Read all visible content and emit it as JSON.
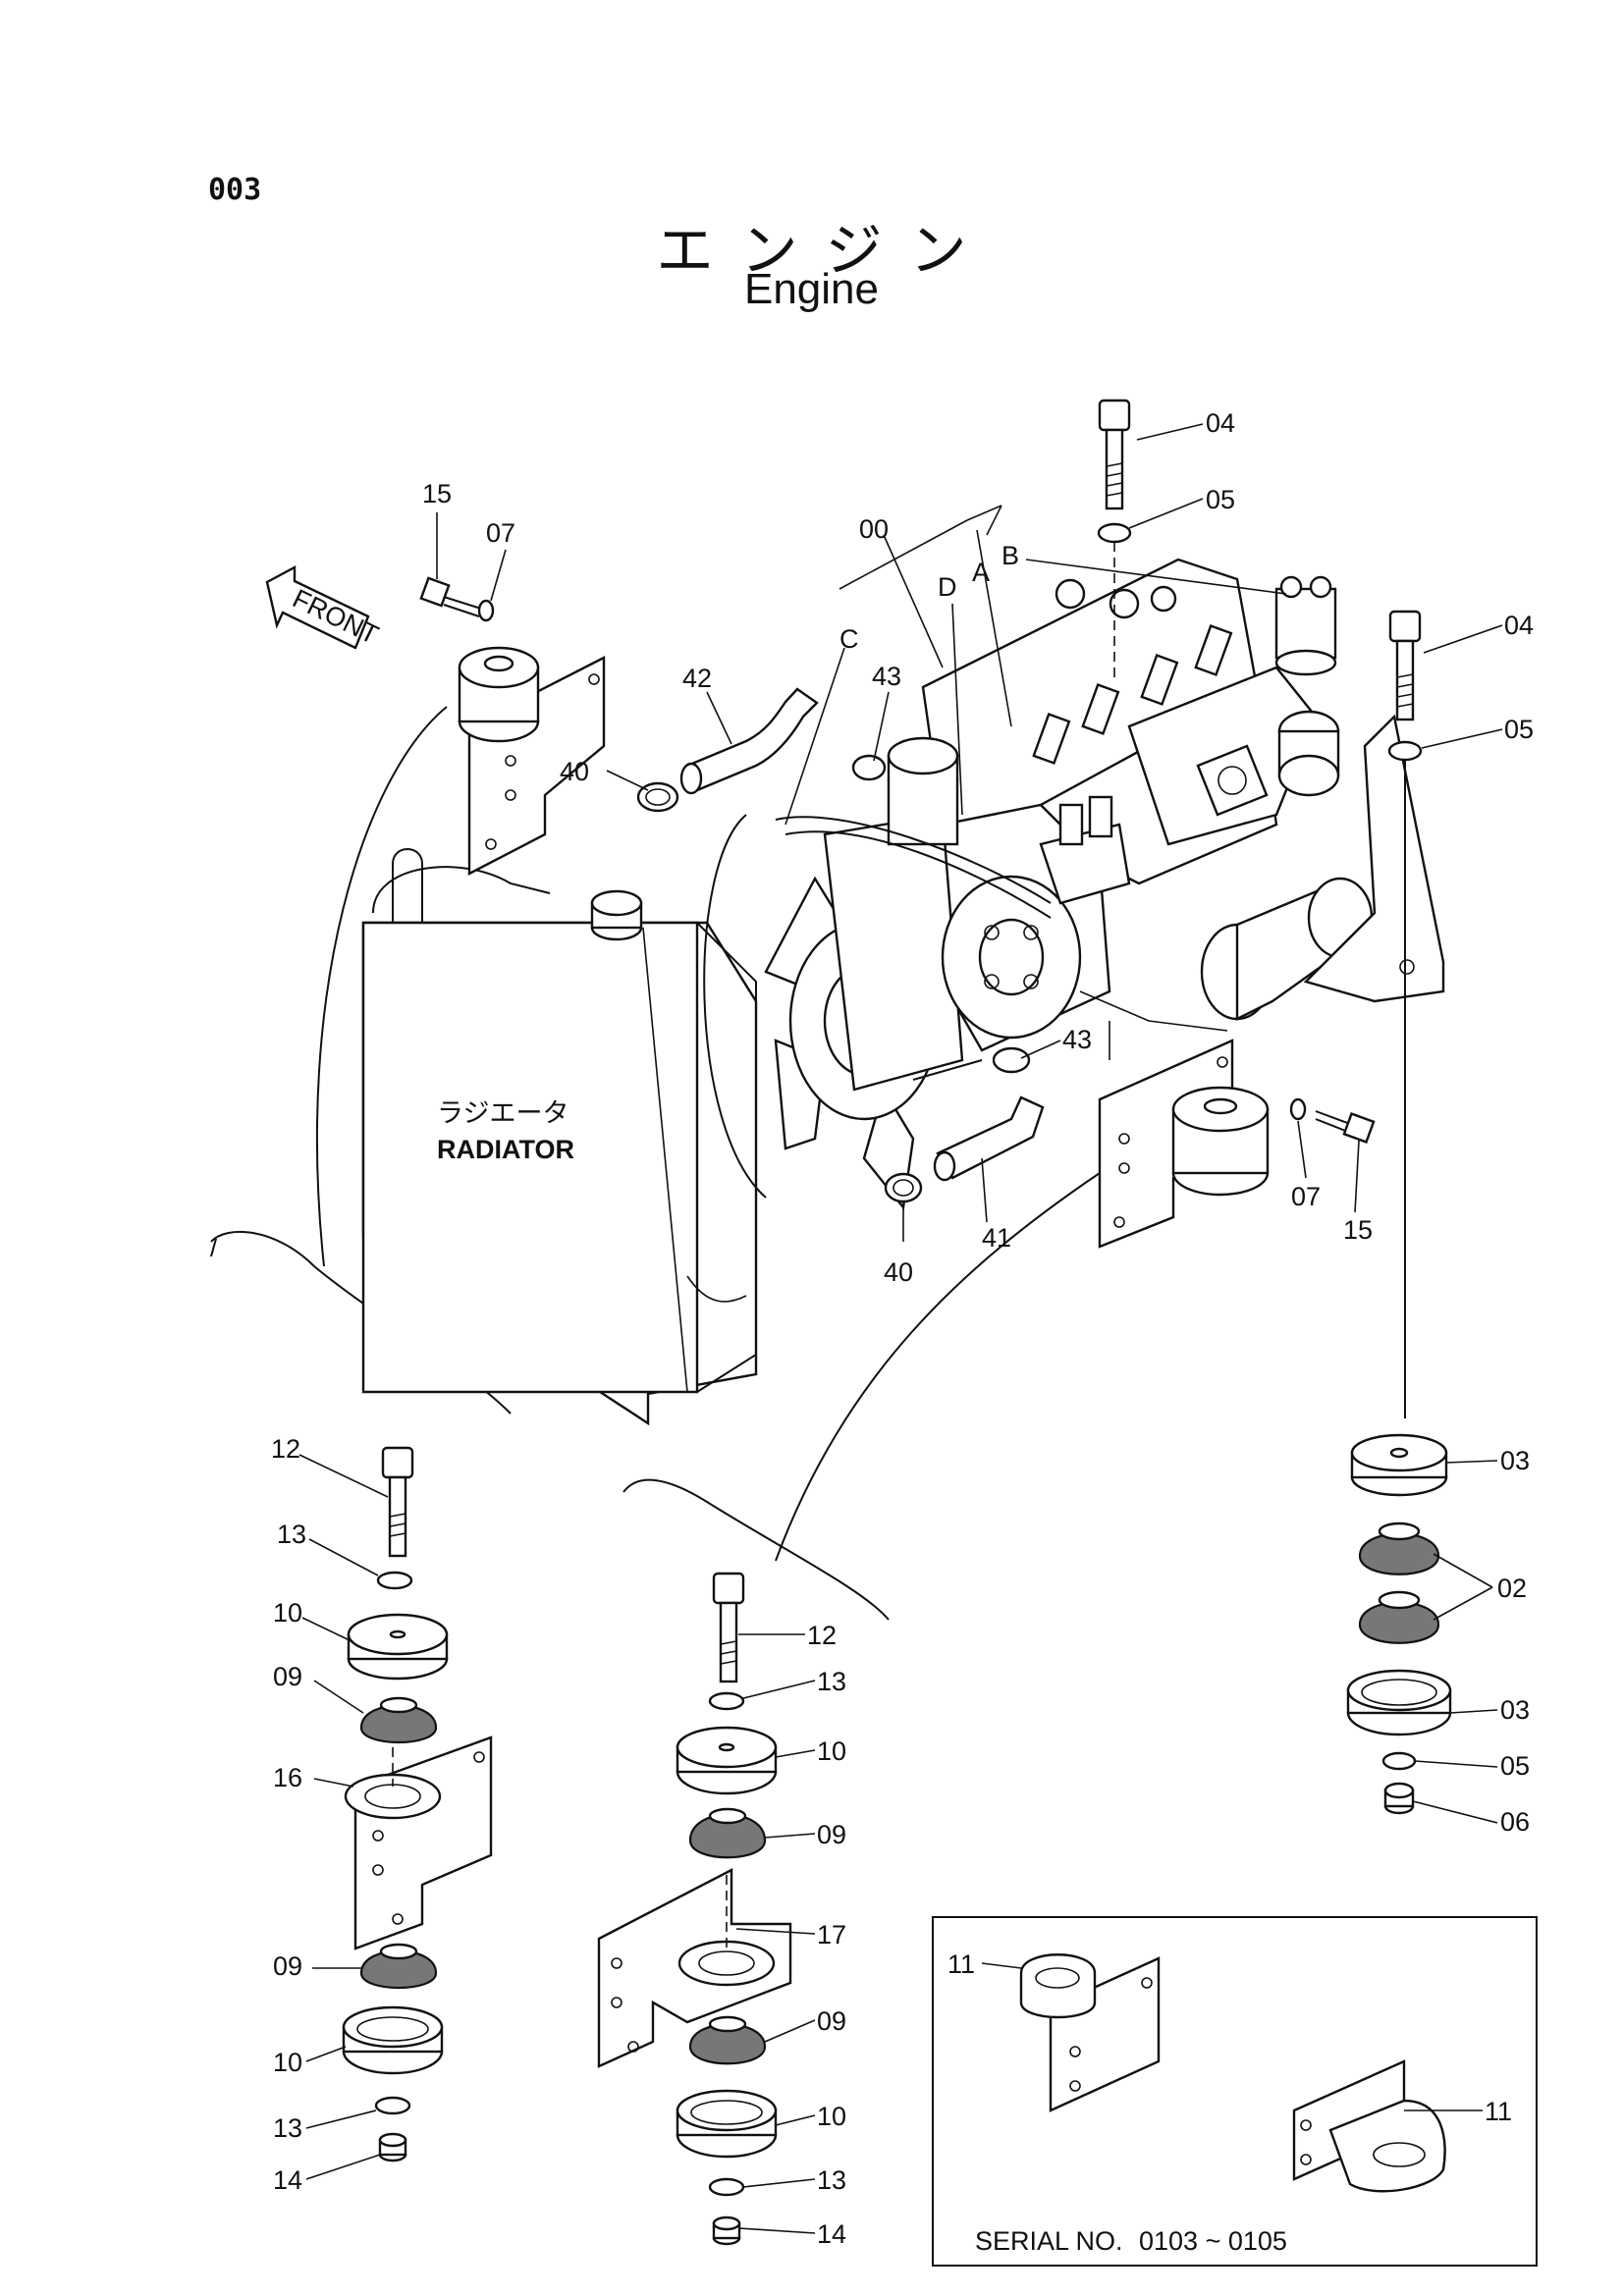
{
  "page": {
    "number": "003",
    "title_jp": "エンジン",
    "title_en": "Engine"
  },
  "labels": {
    "front": "FRONT",
    "radiator_jp": "ラジエータ",
    "radiator_en": "RADIATOR",
    "serial_prefix": "SERIAL  NO.",
    "serial_range": "0103 ~ 0105"
  },
  "callouts": {
    "p00": "00",
    "pA": "A",
    "pB": "B",
    "pC": "C",
    "pD": "D",
    "p02": "02",
    "p03a": "03",
    "p03b": "03",
    "p04a": "04",
    "p04b": "04",
    "p05a": "05",
    "p05b": "05",
    "p05c": "05",
    "p06": "06",
    "p07a": "07",
    "p07b": "07",
    "p09a": "09",
    "p09b": "09",
    "p09c": "09",
    "p09d": "09",
    "p10a": "10",
    "p10b": "10",
    "p10c": "10",
    "p10d": "10",
    "p11a": "11",
    "p11b": "11",
    "p12a": "12",
    "p12b": "12",
    "p13a": "13",
    "p13b": "13",
    "p13c": "13",
    "p13d": "13",
    "p14a": "14",
    "p14b": "14",
    "p15a": "15",
    "p15b": "15",
    "p16": "16",
    "p17": "17",
    "p40a": "40",
    "p40b": "40",
    "p41": "41",
    "p42": "42",
    "p43a": "43",
    "p43b": "43"
  }
}
